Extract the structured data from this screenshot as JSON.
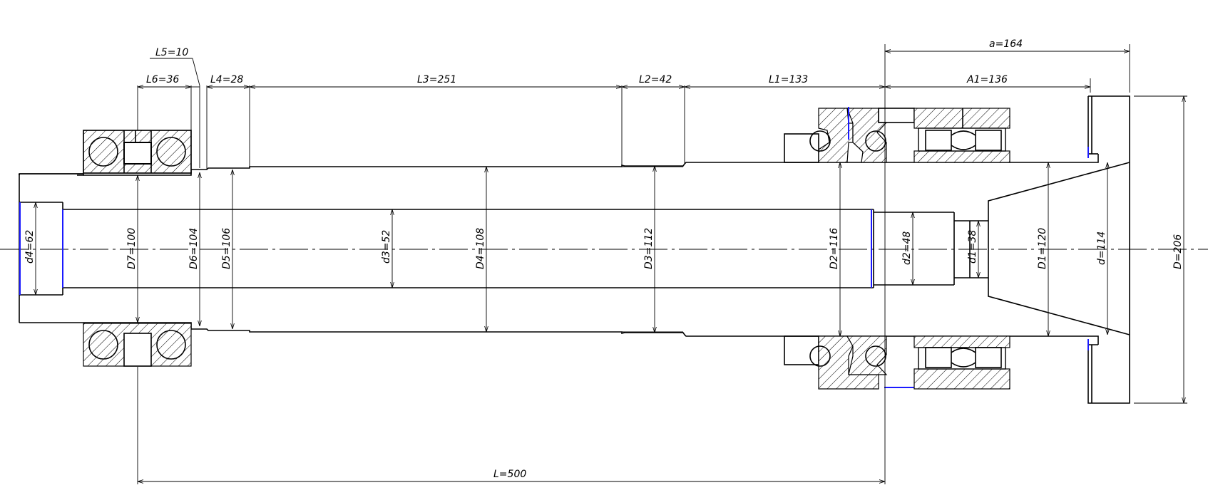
{
  "labels": {
    "l5": "L5=10",
    "l6": "L6=36",
    "l4": "L4=28",
    "l3": "L3=251",
    "l2": "L2=42",
    "l1": "L1=133",
    "a1": "A1=136",
    "a": "a=164",
    "l": "L=500",
    "d4": "d4=62",
    "d7": "D7=100",
    "d6": "D6=104",
    "d5": "D5=106",
    "d3s": "d3=52",
    "d4b": "D4=108",
    "d3b": "D3=112",
    "d2b": "D2=116",
    "d2s": "d2=48",
    "d1s": "d1=38",
    "d1b": "D1=120",
    "d": "d=114",
    "dD": "D=206"
  }
}
